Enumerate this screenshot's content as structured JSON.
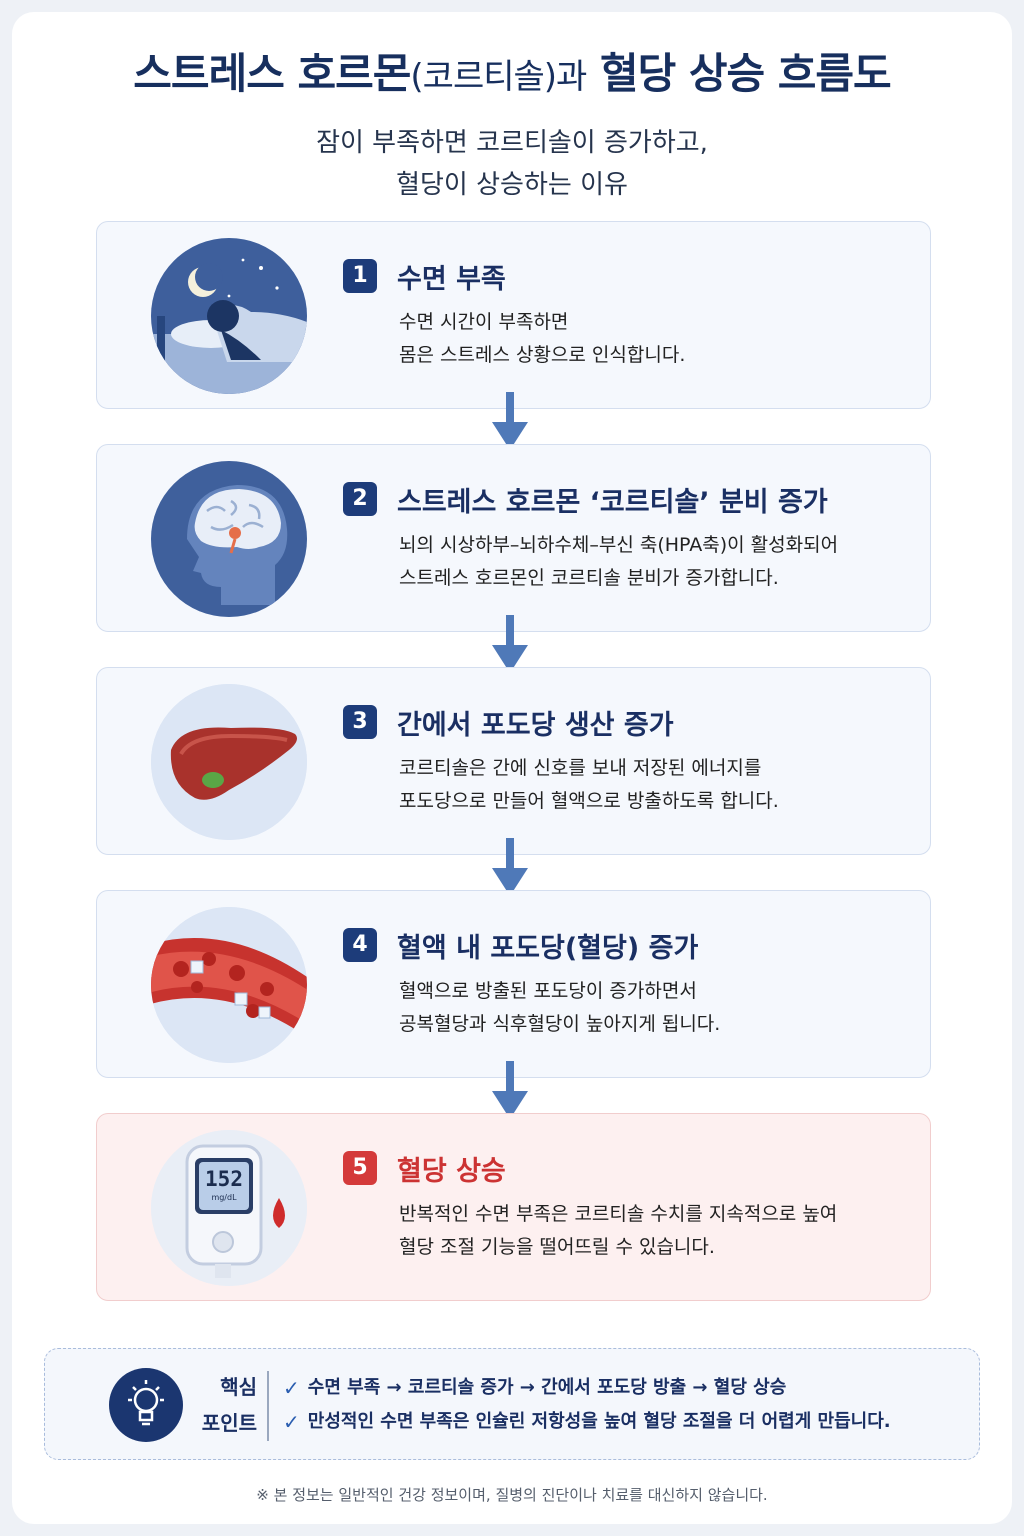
{
  "title": {
    "main_left": "스트레스 호르몬",
    "paren": "(코르티솔)과",
    "main_right": "혈당 상승 흐름도"
  },
  "subtitle": {
    "line1": "잠이 부족하면 코르티솔이 증가하고,",
    "line2": "혈당이 상승하는 이유"
  },
  "steps": [
    {
      "number": "1",
      "title": "수면 부족",
      "desc1": "수면 시간이 부족하면",
      "desc2": "몸은 스트레스 상황으로 인식합니다.",
      "icon": "sleeping-person-icon"
    },
    {
      "number": "2",
      "title": "스트레스 호르몬 ‘코르티솔’ 분비 증가",
      "desc1": "뇌의 시상하부–뇌하수체–부신 축(HPA축)이 활성화되어",
      "desc2": "스트레스 호르몬인 코르티솔 분비가 증가합니다.",
      "icon": "brain-head-icon"
    },
    {
      "number": "3",
      "title": "간에서 포도당 생산 증가",
      "desc1": "코르티솔은 간에 신호를 보내 저장된 에너지를",
      "desc2": "포도당으로 만들어 혈액으로 방출하도록 합니다.",
      "icon": "liver-icon"
    },
    {
      "number": "4",
      "title": "혈액 내 포도당(혈당) 증가",
      "desc1": "혈액으로 방출된 포도당이 증가하면서",
      "desc2": "공복혈당과 식후혈당이 높아지게 됩니다.",
      "icon": "blood-vessel-icon"
    },
    {
      "number": "5",
      "title": "혈당 상승",
      "desc1": "반복적인 수면 부족은 코르티솔 수치를 지속적으로 높여",
      "desc2": "혈당 조절 기능을 떨어뜨릴 수 있습니다.",
      "icon": "glucose-meter-icon"
    }
  ],
  "meter": {
    "reading": "152",
    "unit": "mg/dL"
  },
  "key_point": {
    "label_line1": "핵심",
    "label_line2": "포인트",
    "line1": "수면 부족 → 코르티솔 증가 → 간에서 포도당 방출 → 혈당 상승",
    "line2": "만성적인 수면 부족은 인슐린 저항성을 높여 혈당 조절을 더 어렵게 만듭니다."
  },
  "footnote": "※ 본 정보는 일반적인 건강 정보이며, 질병의 진단이나 치료를 대신하지 않습니다.",
  "colors": {
    "navy": "#1d3c7a",
    "alert_red": "#d43a3a",
    "arrow_blue": "#4f79b8",
    "card_bg": "#f5f8fd",
    "alert_bg": "#fdf0f0"
  }
}
